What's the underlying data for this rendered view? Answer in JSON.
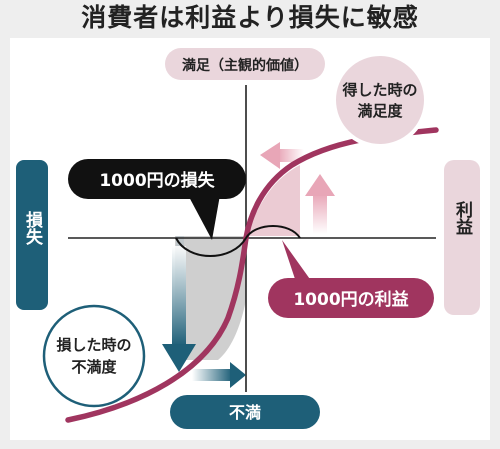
{
  "title": "消費者は利益より損失に敏感",
  "axes": {
    "y_top_label": "満足（主観的価値）",
    "y_bottom_label": "不満",
    "x_left_label": "損失",
    "x_right_label": "利益"
  },
  "callouts": {
    "loss_1000": "1000円の損失",
    "gain_1000": "1000円の利益",
    "satisfaction_gain_line1": "得した時の",
    "satisfaction_gain_line2": "満足度",
    "dissatisfaction_loss_line1": "損した時の",
    "dissatisfaction_loss_line2": "不満度"
  },
  "colors": {
    "title_band": "#eeeeee",
    "curve": "#a0355f",
    "teal_box": "#1e5f78",
    "pink_box": "#a0355f",
    "light_pink_box": "#ead6dc",
    "black_box": "#111111",
    "loss_area": "#c8c8c8",
    "gain_area": "#e9c9d0",
    "arrow_pink": "#e2a3b5",
    "arrow_teal": "#1e5f78"
  }
}
